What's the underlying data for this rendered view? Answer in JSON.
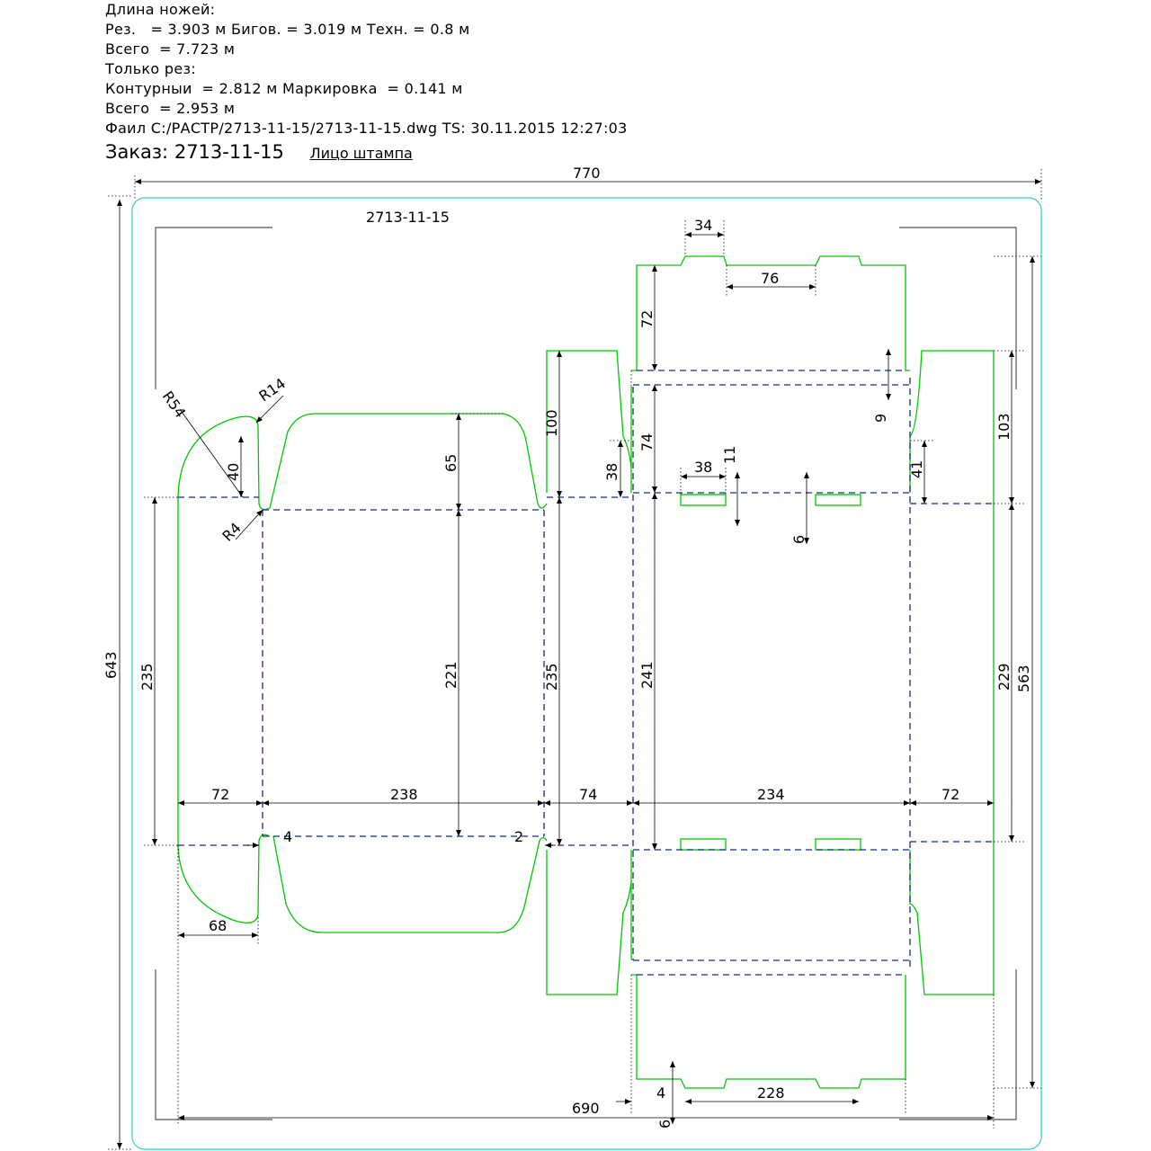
{
  "header": {
    "title": "Длина ножей:",
    "line1": "Рез.   = 3.903 м Бигов. = 3.019 м Техн. = 0.8 м",
    "line2": "Всего  = 7.723 м",
    "line3": "Только рез:",
    "line4": "Контурныи  = 2.812 м Маркировка  = 0.141 м",
    "line5": "Всего  = 2.953 м",
    "line6": "Фаил C:/РАСТР/2713-11-15/2713-11-15.dwg TS: 30.11.2015 12:27:03",
    "order_label": "Заказ:",
    "order_number": "2713-11-15",
    "face": "Лицо штампа"
  },
  "drawing": {
    "label": "2713-11-15",
    "colors": {
      "cut": "#00c800",
      "crease": "#1a2a80",
      "border": "#33cccc"
    },
    "dims": {
      "overall_width": "770",
      "overall_height": "643",
      "height_563": "563",
      "bottom_690": "690",
      "d34": "34",
      "d76": "76",
      "d72_top": "72",
      "d9": "9",
      "d100": "100",
      "d103": "103",
      "d74_vert": "74",
      "d38_vert": "38",
      "d38_slot": "38",
      "d11": "11",
      "d41": "41",
      "d6_mid": "6",
      "d65": "65",
      "d40": "40",
      "r54": "R54",
      "r14": "R14",
      "r4": "R4",
      "d235_left": "235",
      "d221": "221",
      "d235_mid": "235",
      "d241": "241",
      "d229": "229",
      "w72_left": "72",
      "w238": "238",
      "w74": "74",
      "w234": "234",
      "w72_right": "72",
      "d4_left": "4",
      "d2": "2",
      "d68": "68",
      "d4_bottom": "4",
      "d228": "228",
      "d6_bottom": "6"
    }
  }
}
